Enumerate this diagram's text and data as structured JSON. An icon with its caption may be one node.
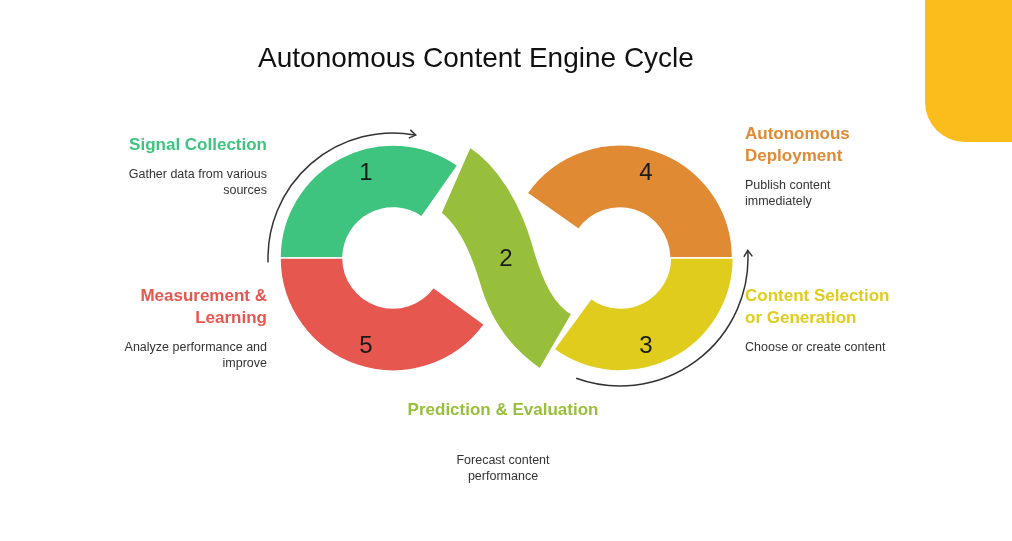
{
  "diagram": {
    "title": "Autonomous Content Engine Cycle",
    "nodes": [
      {
        "text": [
          "1"
        ],
        "beside": [
          "Signal Collection",
          "Gather data from various sources"
        ]
      },
      {
        "text": [
          "2"
        ],
        "beside": [
          "Prediction & Evaluation",
          "Forecast content performance"
        ]
      },
      {
        "text": [
          "3"
        ],
        "beside": [
          "Content Selection or Generation",
          "Choose or create content"
        ]
      },
      {
        "text": [
          "4"
        ],
        "beside": [
          "Autonomous Deployment",
          "Publish content immediately"
        ]
      },
      {
        "text": [
          "5"
        ],
        "beside": [
          "Measurement & Learning",
          "Analyze performance and improve"
        ]
      }
    ]
  }
}
